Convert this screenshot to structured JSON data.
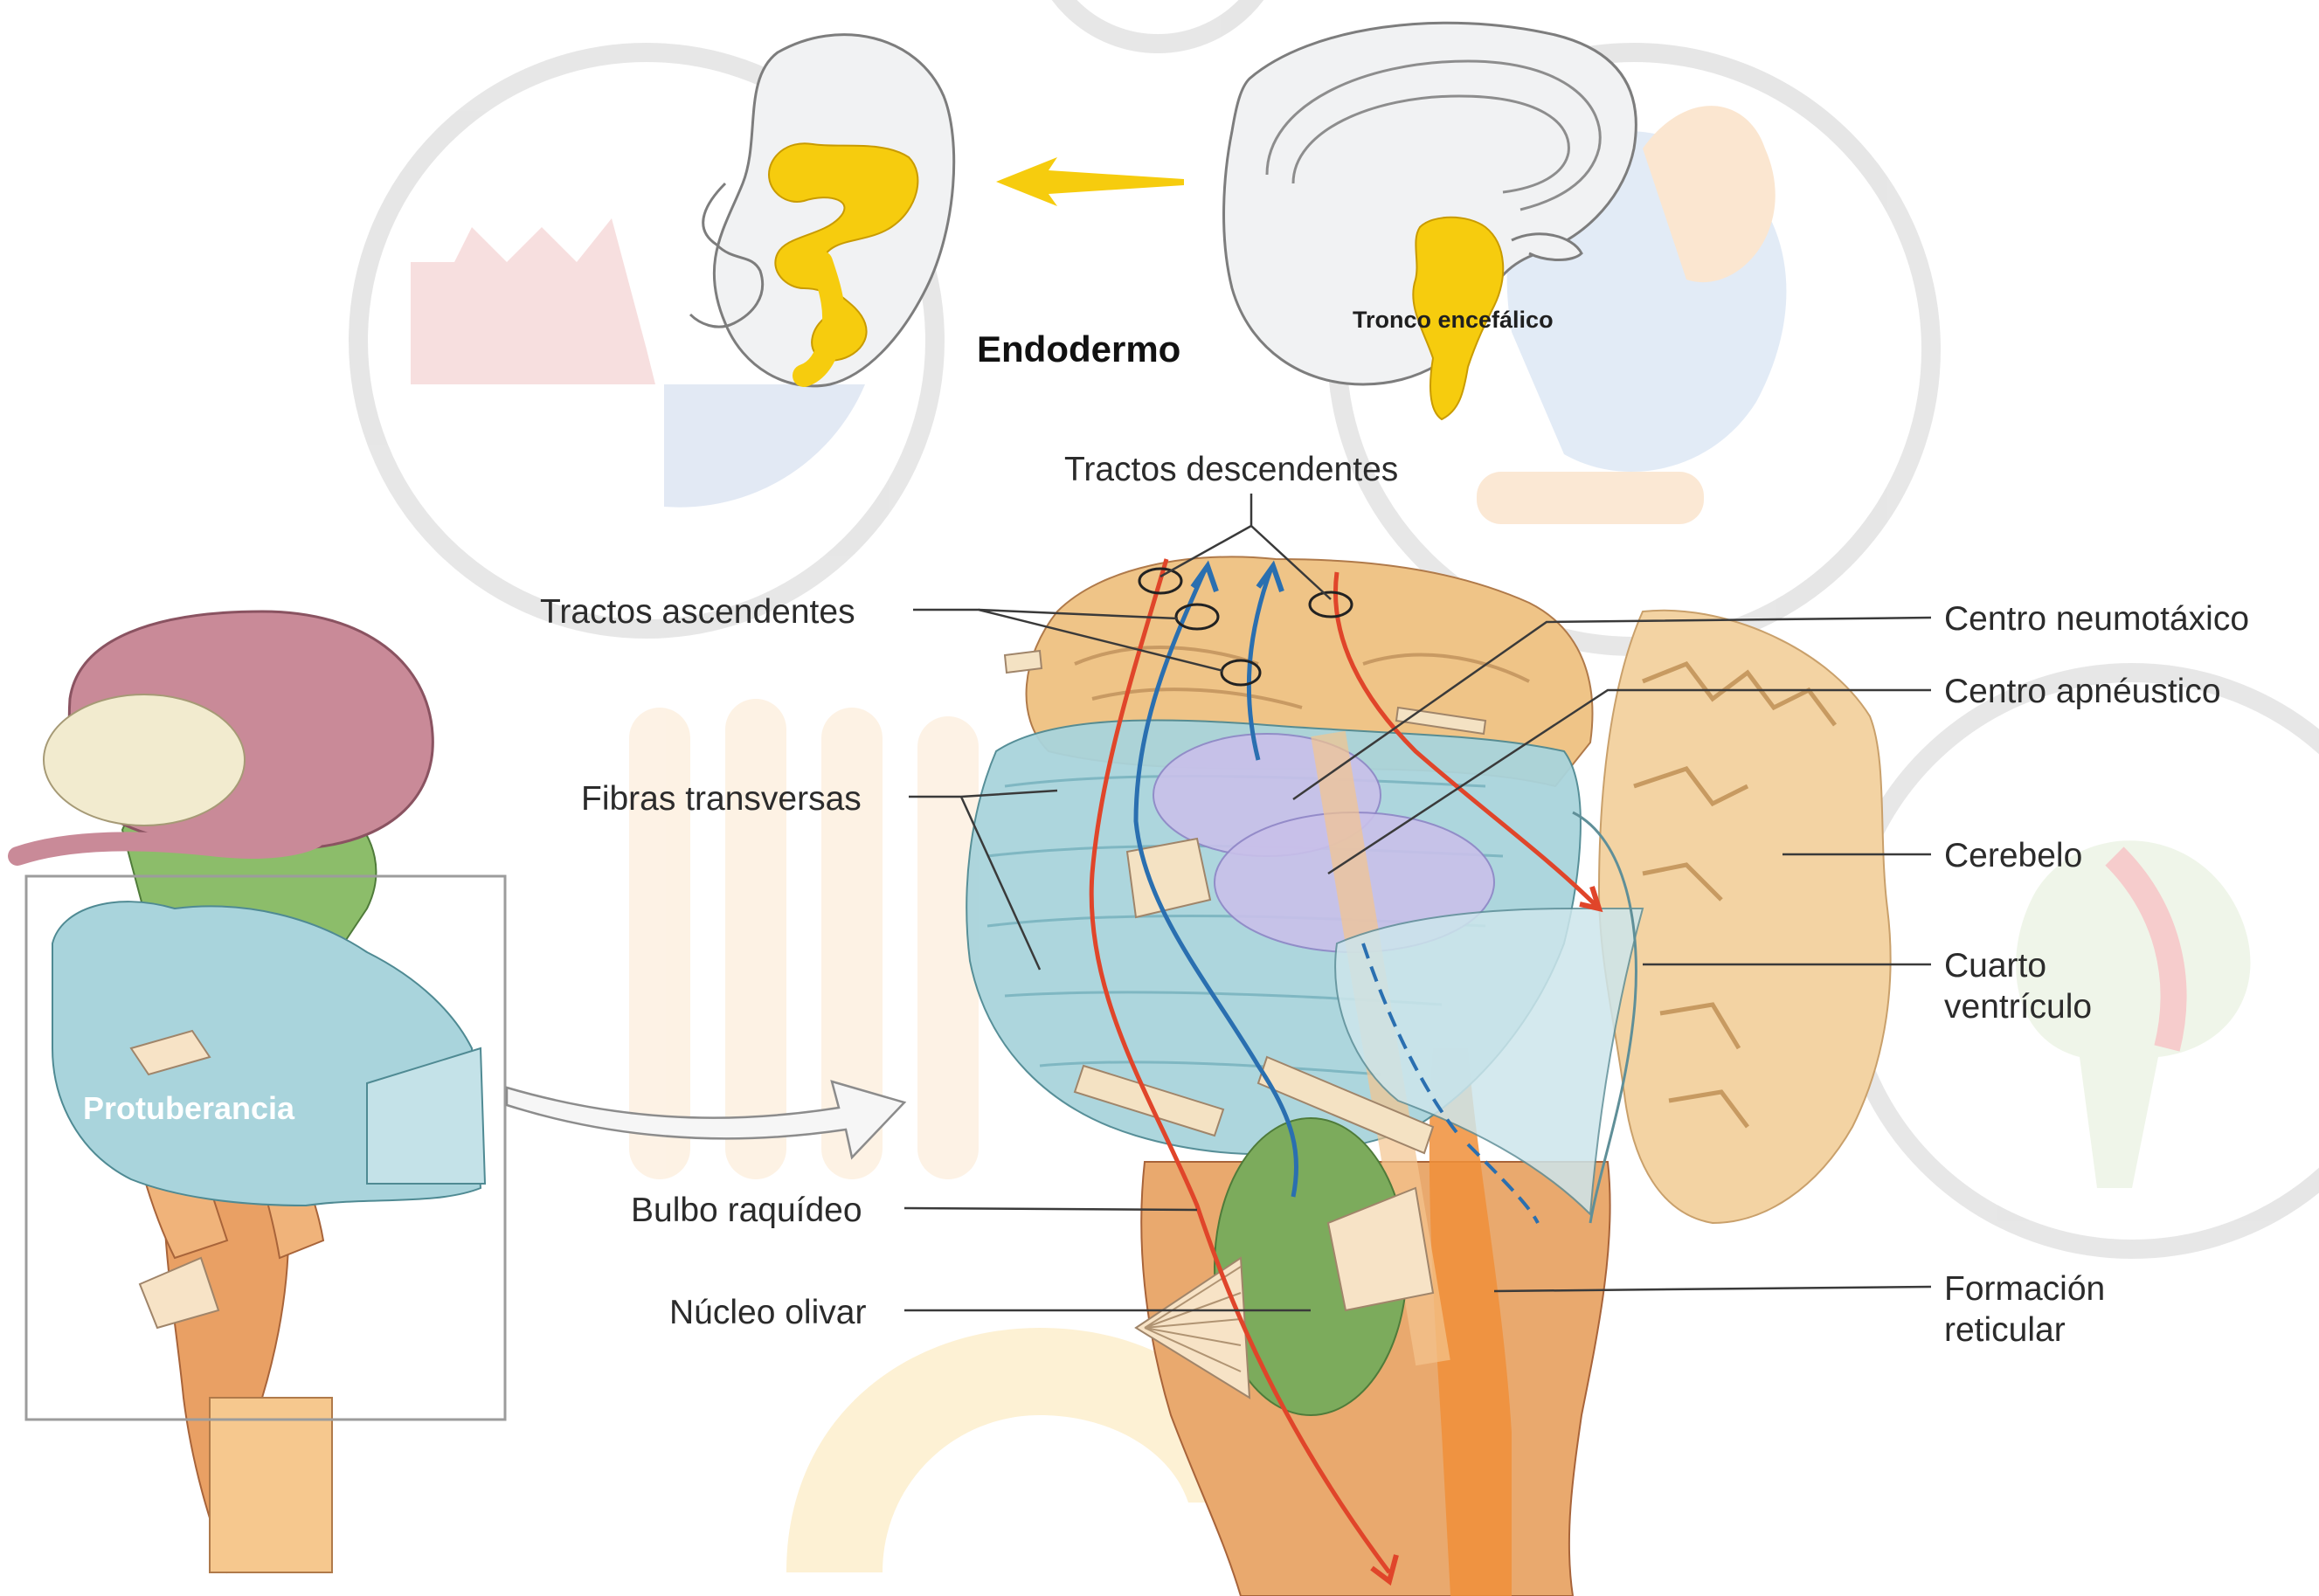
{
  "embryo_panel": {
    "endodermo_label": "Endodermo",
    "tronco_label": "Tronco encefálico"
  },
  "inset_panel": {
    "protuberancia_label": "Protuberancia"
  },
  "main_panel": {
    "labels": {
      "tractos_descendentes": "Tractos descendentes",
      "tractos_ascendentes": "Tractos ascendentes",
      "fibras_transversas": "Fibras transversas",
      "bulbo_raquideo": "Bulbo raquídeo",
      "nucleo_olivar": "Núcleo olivar",
      "centro_neumotaxico": "Centro neumotáxico",
      "centro_apneustico": "Centro apnéustico",
      "cerebelo": "Cerebelo",
      "cuarto_ventriculo_line1": "Cuarto",
      "cuarto_ventriculo_line2": "ventrículo",
      "formacion_reticular_line1": "Formación",
      "formacion_reticular_line2": "reticular"
    }
  },
  "colors": {
    "endoderm_yellow": "#f6cc0e",
    "pons_blue": "#a9d4dc",
    "pink_cerebrum": "#c98a98",
    "cerebellum_tan": "#f3d3a3",
    "brainstem_orange": "#e9a064",
    "olive_green": "#7cab5c",
    "ascending_tract": "#2a6fb0",
    "descending_tract": "#e0452a",
    "nuclei_lavender": "#c9c0ea"
  }
}
